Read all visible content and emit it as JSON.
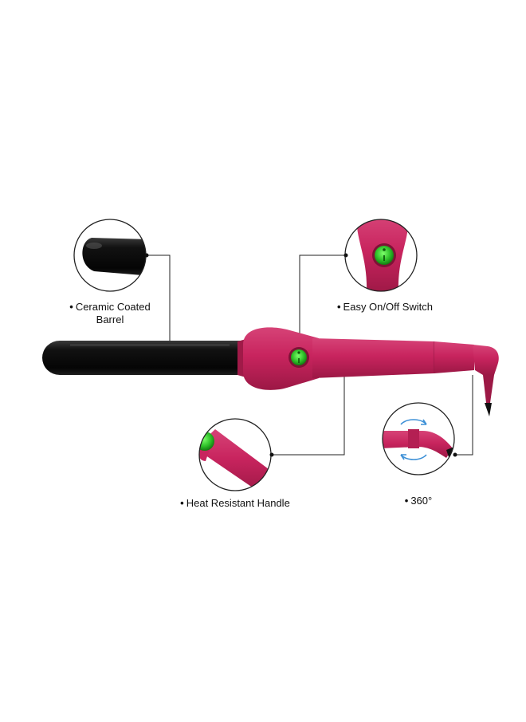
{
  "features": [
    {
      "id": "barrel",
      "bullet": "•",
      "lines": [
        "Ceramic Coated",
        "Barrel"
      ]
    },
    {
      "id": "switch",
      "bullet": "•",
      "lines": [
        "Easy On/Off Switch"
      ]
    },
    {
      "id": "handle",
      "bullet": "•",
      "lines": [
        "Heat Resistant Handle"
      ]
    },
    {
      "id": "swivel",
      "bullet": "•",
      "lines": [
        "360°"
      ]
    }
  ],
  "colors": {
    "handle_pink": "#c8245e",
    "handle_pink_dark": "#9c1845",
    "barrel_black": "#121212",
    "switch_green": "#2fc12a",
    "callout_line": "#222222",
    "swivel_arrow": "#3b8fd6"
  },
  "icons": [
    "curling-iron-image",
    "barrel-tip-closeup",
    "switch-closeup",
    "handle-closeup",
    "swivel-cord-closeup",
    "rotation-arrows-icon"
  ]
}
